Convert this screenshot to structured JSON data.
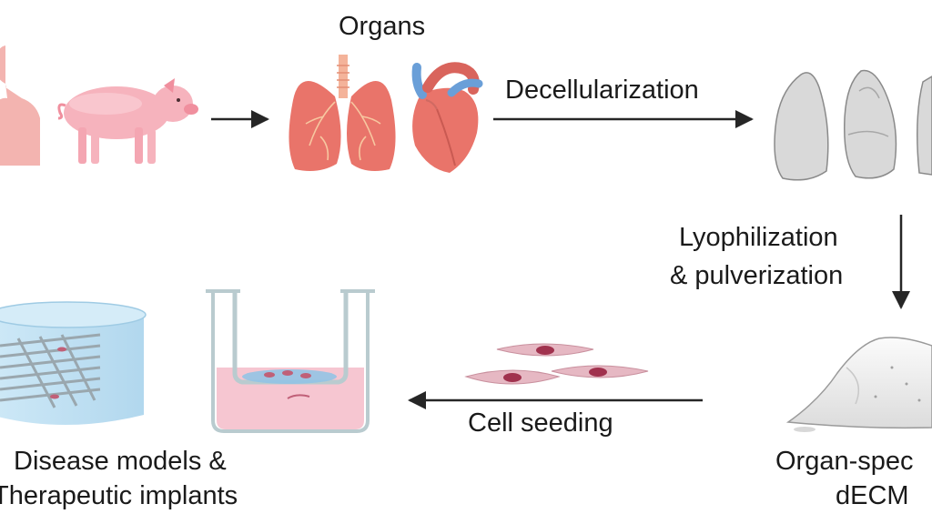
{
  "labels": {
    "organs": "Organs",
    "decellularization": "Decellularization",
    "lyophilization_line1": "Lyophilization",
    "lyophilization_line2": "& pulverization",
    "cell_seeding": "Cell seeding",
    "outcome_line1": "Disease models &",
    "outcome_line2": "Therapeutic implants",
    "decm_line1": "Organ-spec",
    "decm_line2": "dECM"
  },
  "icons": [
    "human-silhouette-icon",
    "pig-icon",
    "lungs-icon",
    "heart-icon",
    "decellularized-lungs-icon",
    "decm-powder-pile-icon",
    "seeded-cells-icon",
    "transwell-insert-icon",
    "scaffold-construct-icon"
  ],
  "colors": {
    "arrow": "#262626",
    "organ_red": "#e9746a",
    "pig_pink": "#f6b3bd",
    "decell_gray": "#d9d9d9",
    "medium_pink": "#f6c6d1",
    "scaffold_blue": "#bfe0f2"
  }
}
